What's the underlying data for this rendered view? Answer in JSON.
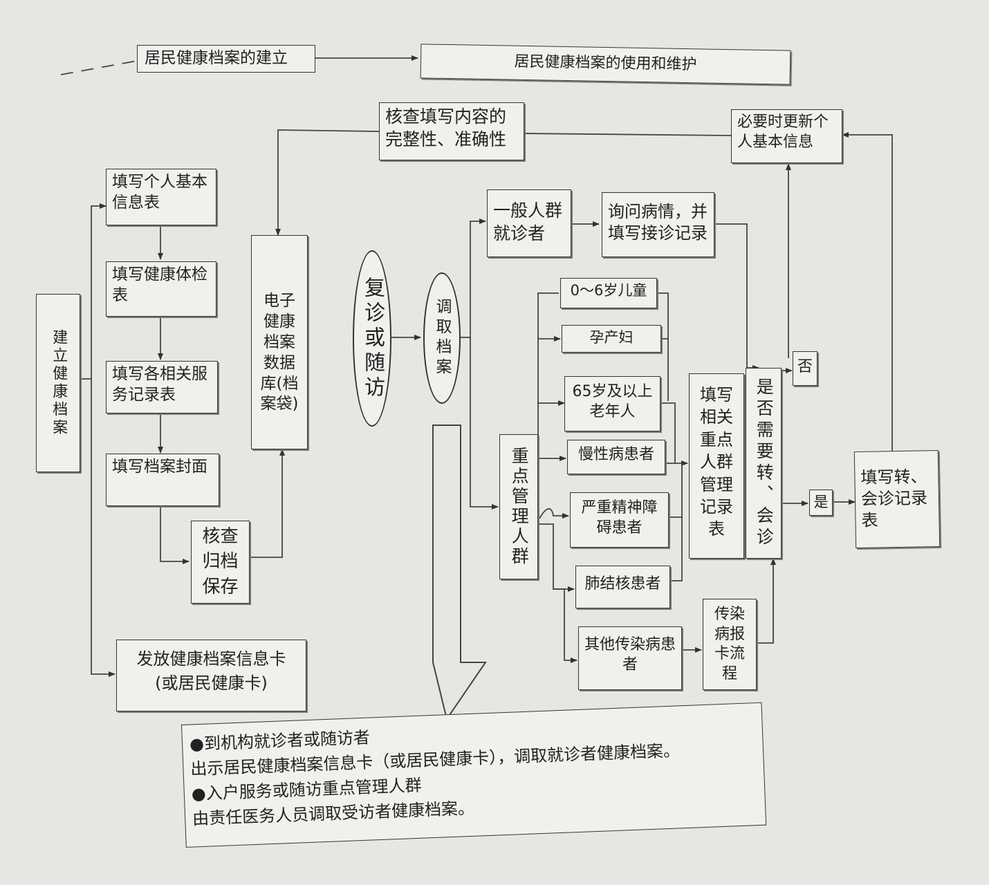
{
  "header": {
    "establish": "居民健康档案的建立",
    "use_maintain": "居民健康档案的使用和维护"
  },
  "left": {
    "root": "建立健康档案",
    "step1": "填写个人基本信息表",
    "step2": "填写健康体检表",
    "step3": "填写各相关服务记录表",
    "step4": "填写档案封面",
    "check_archive": "核查归档保存",
    "issue_card_line1": "发放健康档案信息卡",
    "issue_card_line2": "(或居民健康卡)"
  },
  "database": "电子健康档案数据库(档案袋)",
  "verify": "核查填写内容的完整性、准确性",
  "followup": "复诊或随访",
  "retrieve": "调取档案",
  "general": {
    "patients": "一般人群就诊者",
    "inquiry": "询问病情，并填写接诊记录"
  },
  "key_group": {
    "title": "重点管理人群",
    "items": [
      "0～6岁儿童",
      "孕产妇",
      "65岁及以上老年人",
      "慢性病患者",
      "严重精神障碍患者",
      "肺结核患者",
      "其他传染病患者"
    ]
  },
  "key_record": "填写相关重点人群管理记录表",
  "infectious_report": "传染病报卡流程",
  "decision": "是否需要转、会诊",
  "no_label": "否",
  "yes_label": "是",
  "update_info": "必要时更新个人基本信息",
  "referral_form": "填写转、会诊记录表",
  "note": {
    "line1": "●到机构就诊者或随访者",
    "line2": "出示居民健康档案信息卡（或居民健康卡），调取就诊者健康档案。",
    "line3": "●入户服务或随访重点管理人群",
    "line4": "由责任医务人员调取受访者健康档案。"
  }
}
